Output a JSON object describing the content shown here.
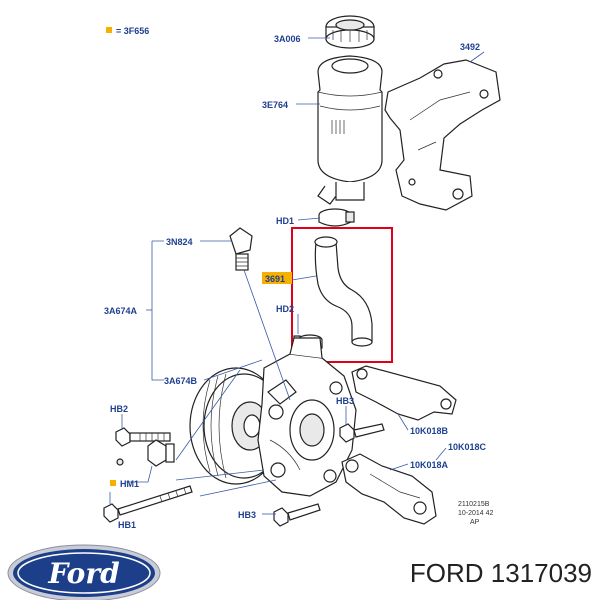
{
  "legend": {
    "marker_color": "#f5b000",
    "text": "= 3F656"
  },
  "labels": {
    "reservoir_cap": "3A006",
    "reservoir": "3E764",
    "bracket": "3492",
    "clamp_top": "HD1",
    "hose": "3691",
    "clamp_bottom": "HD2",
    "sensor": "3N824",
    "pump_left": "3A674A",
    "pump_bottom": "3A674B",
    "bolt_hb2": "HB2",
    "bolt_hb3_right": "HB3",
    "nut_hm1": "HM1",
    "bolt_hb1": "HB1",
    "bolt_hb3_bottom": "HB3",
    "mount_b": "10K018B",
    "mount_c": "10K018C",
    "mount_a": "10K018A"
  },
  "ref": {
    "code": "2110215B",
    "date": "10-2014 42",
    "note": "AP"
  },
  "highlight_color": "#e0001a",
  "brand": {
    "logo_text": "Ford",
    "oval_color": "#1d3f8a"
  },
  "caption": "FORD 1317039"
}
